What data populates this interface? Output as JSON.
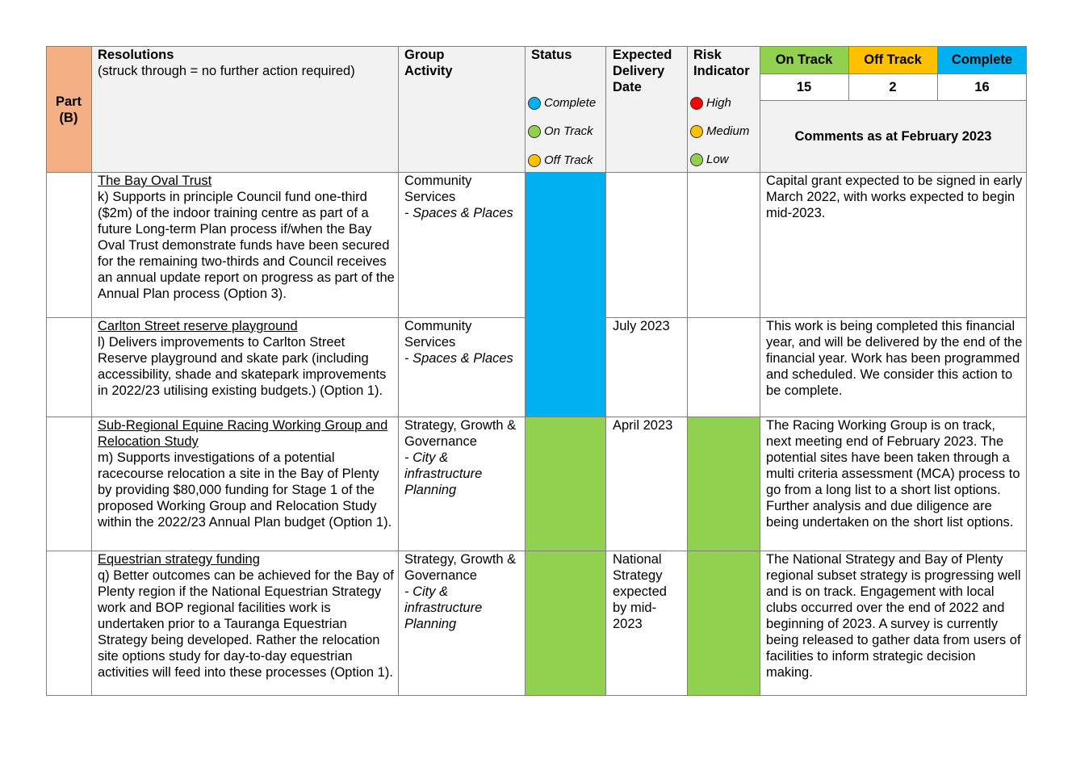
{
  "colors": {
    "part_bg": "#f4b084",
    "header_bg": "#f2f2f2",
    "complete": "#00b0f0",
    "on_track": "#92d050",
    "off_track": "#ffc000",
    "high": "#ff0000",
    "medium": "#ffc000",
    "low": "#92d050"
  },
  "header": {
    "part_label": "Part",
    "part_sub": "(B)",
    "resolutions_title": "Resolutions",
    "resolutions_note": "(struck through = no further action required)",
    "group_line1": "Group",
    "group_line2": "Activity",
    "status_title": "Status",
    "status_legend": [
      {
        "label": "Complete",
        "color": "#00b0f0"
      },
      {
        "label": "On Track",
        "color": "#92d050"
      },
      {
        "label": "Off Track",
        "color": "#ffc000"
      }
    ],
    "delivery_line1": "Expected",
    "delivery_line2": "Delivery",
    "delivery_line3": "Date",
    "risk_line1": "Risk",
    "risk_line2": "Indicator",
    "risk_legend": [
      {
        "label": "High",
        "color": "#ff0000"
      },
      {
        "label": "Medium",
        "color": "#ffc000"
      },
      {
        "label": "Low",
        "color": "#92d050"
      }
    ],
    "summary": [
      {
        "label": "On Track",
        "count": "15"
      },
      {
        "label": "Off Track",
        "count": "2"
      },
      {
        "label": "Complete",
        "count": "16"
      }
    ],
    "comments_title": "Comments as at February 2023"
  },
  "rows": [
    {
      "title": "The Bay Oval Trust",
      "body": "k) Supports in principle Council fund one-third ($2m) of the indoor training centre as part of a future Long-term Plan process if/when the Bay Oval Trust demonstrate funds have been secured for the remaining two-thirds and Council receives an annual update report on progress as part of the Annual Plan process (Option 3).",
      "group_main": "Community Services",
      "group_sub": "- Spaces & Places",
      "status": "complete",
      "delivery": "",
      "risk": "",
      "comment": "Capital grant expected to be signed in early March 2022, with works expected to begin mid-2023."
    },
    {
      "title": "Carlton Street reserve playground",
      "body": "l)  Delivers improvements to Carlton Street Reserve playground and skate park (including accessibility, shade and skatepark improvements in 2022/23 utilising existing budgets.) (Option 1).",
      "group_main": "Community Services",
      "group_sub": "- Spaces & Places",
      "status": "complete",
      "delivery": "July 2023",
      "risk": "",
      "comment": "This work is being completed this financial year, and will be delivered by the end of the financial year. Work has been programmed and scheduled. We consider this action to be complete."
    },
    {
      "title": "Sub-Regional Equine Racing Working Group and Relocation Study",
      "body": "m)  Supports investigations of a potential racecourse relocation a site in the Bay of Plenty by providing $80,000 funding for Stage 1 of the proposed Working Group and Relocation Study within the 2022/23 Annual Plan budget (Option 1).",
      "group_main": "Strategy, Growth & Governance",
      "group_sub": "- City & infrastructure Planning",
      "status": "on_track",
      "delivery": "April 2023",
      "risk": "low",
      "comment": "The Racing Working Group is on track, next meeting end of February 2023. The potential sites have been taken through a multi criteria assessment (MCA) process to go from a long list to a short list options. Further analysis and due diligence are being undertaken on the short list options."
    },
    {
      "title": "Equestrian strategy funding",
      "body": "q) Better outcomes can be achieved for the Bay of Plenty region if the National Equestrian Strategy work and BOP regional facilities work is undertaken prior to a Tauranga Equestrian Strategy being developed. Rather the relocation site options study for day-to-day equestrian activities will feed into these processes (Option 1).",
      "group_main": "Strategy, Growth & Governance",
      "group_sub": "- City & infrastructure Planning",
      "status": "on_track",
      "delivery": "National Strategy expected by mid-2023",
      "risk": "low",
      "comment": "The National Strategy and Bay of Plenty regional subset strategy is progressing well and is on track. Engagement with local clubs occurred over the end of 2022 and beginning of 2023. A survey is currently being released to gather data from users of facilities to inform strategic decision making."
    }
  ]
}
